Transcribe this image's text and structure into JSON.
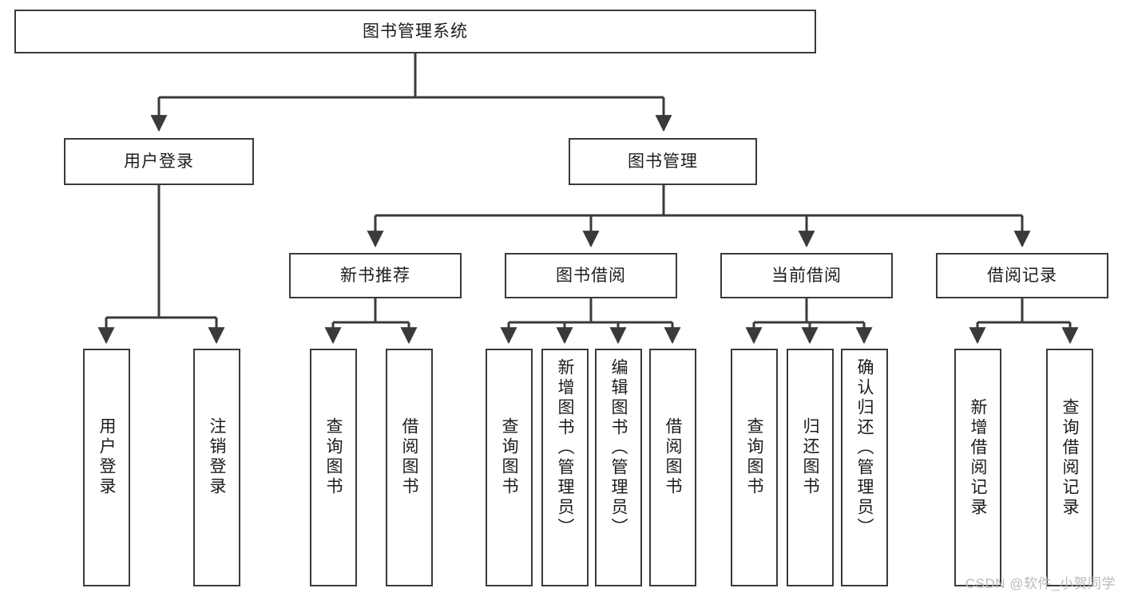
{
  "diagram": {
    "type": "tree-hierarchy",
    "title": "图书管理系统",
    "root": {
      "label": "图书管理系统"
    },
    "level2": [
      {
        "label": "用户登录"
      },
      {
        "label": "图书管理"
      }
    ],
    "level3": [
      {
        "label": "新书推荐"
      },
      {
        "label": "图书借阅"
      },
      {
        "label": "当前借阅"
      },
      {
        "label": "借阅记录"
      }
    ],
    "leaves": {
      "user_login": [
        {
          "label": "用户登录"
        },
        {
          "label": "注销登录"
        }
      ],
      "new_book_recommend": [
        {
          "label": "查询图书"
        },
        {
          "label": "借阅图书"
        }
      ],
      "book_borrow": [
        {
          "label": "查询图书"
        },
        {
          "label": "新增图书（管理员）"
        },
        {
          "label": "编辑图书（管理员）"
        },
        {
          "label": "借阅图书"
        }
      ],
      "current_borrow": [
        {
          "label": "查询图书"
        },
        {
          "label": "归还图书"
        },
        {
          "label": "确认归还（管理员）"
        }
      ],
      "borrow_records": [
        {
          "label": "新增借阅记录"
        },
        {
          "label": "查询借阅记录"
        }
      ]
    }
  },
  "watermark": {
    "text": "CSDN @软件_小贺同学"
  },
  "colors": {
    "stroke": "#3a3a3a",
    "text": "#1c1c1c",
    "background": "#ffffff",
    "watermark": "#b9b9b9"
  }
}
